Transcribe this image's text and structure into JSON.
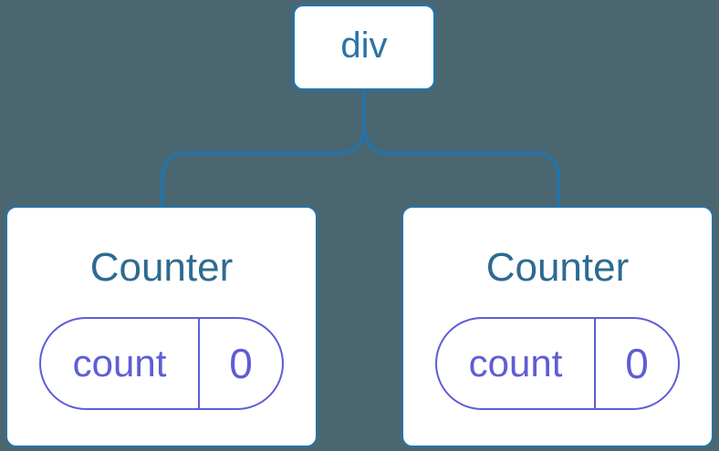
{
  "colors": {
    "background": "#4a6670",
    "line_blue": "#2673a5",
    "node_text": "#2b74a6",
    "title_blue": "#2d6b90",
    "state_purple": "#5e5dd6",
    "card_bg": "#ffffff"
  },
  "tree": {
    "root": {
      "label": "div"
    },
    "children": [
      {
        "title": "Counter",
        "state": {
          "key": "count",
          "value": "0"
        }
      },
      {
        "title": "Counter",
        "state": {
          "key": "count",
          "value": "0"
        }
      }
    ]
  }
}
